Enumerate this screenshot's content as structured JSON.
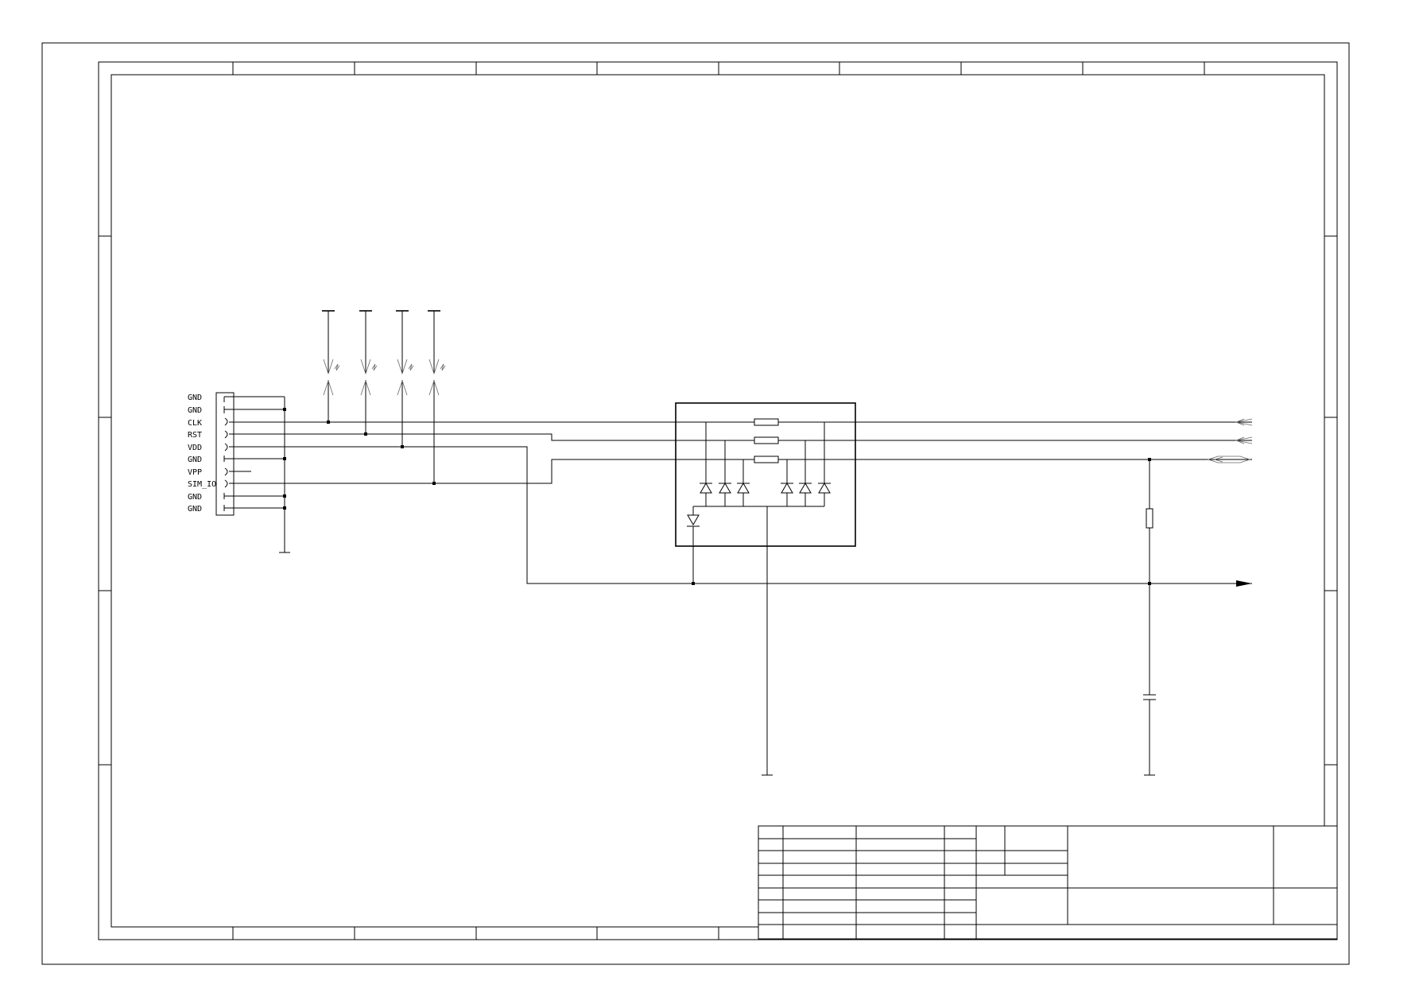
{
  "connector": {
    "pins": [
      "GND",
      "GND",
      "CLK",
      "RST",
      "VDD",
      "GND",
      "VPP",
      "SIM_IO",
      "GND",
      "GND"
    ]
  },
  "colors": {
    "line": "#000000",
    "background": "#ffffff"
  }
}
